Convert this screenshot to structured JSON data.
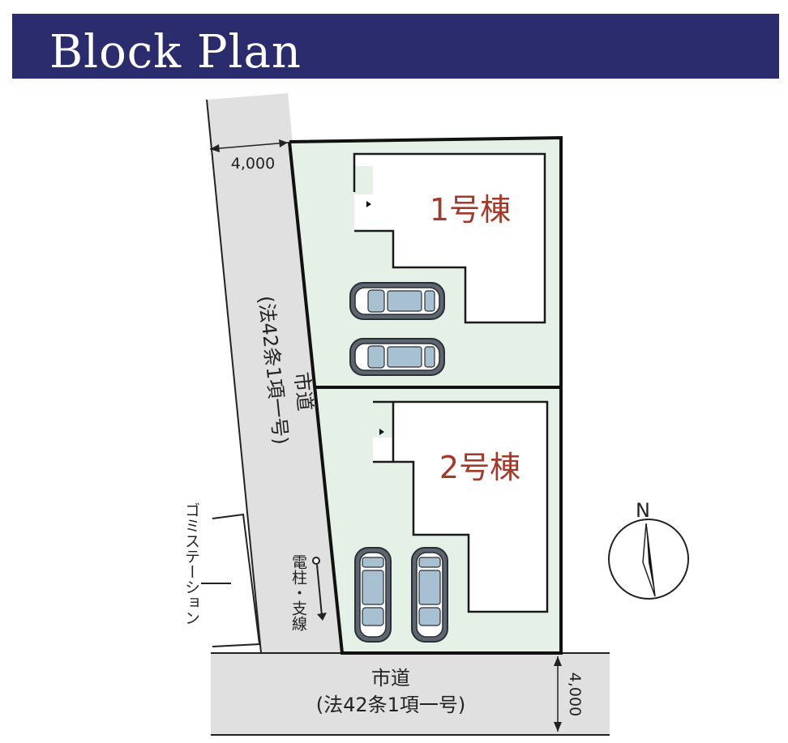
{
  "header": {
    "title": "Block Plan"
  },
  "units": {
    "unit1": "1号棟",
    "unit2": "2号棟"
  },
  "west_road": {
    "width": "4,000",
    "name_lines": [
      "市道",
      "(法42条1項一号)"
    ]
  },
  "south_road": {
    "width": "4,000",
    "name": "市道",
    "class": "(法42条1項一号)"
  },
  "labels": {
    "garbage_station": "ゴミステーション",
    "utility_pole": "電柱・支線"
  },
  "compass": {
    "north": "N"
  },
  "colors": {
    "banner": "#2a2c6e",
    "lot_fill": "#e5f1e7",
    "road_fill": "#e0e0e0",
    "unit_label": "#a23a2a"
  }
}
